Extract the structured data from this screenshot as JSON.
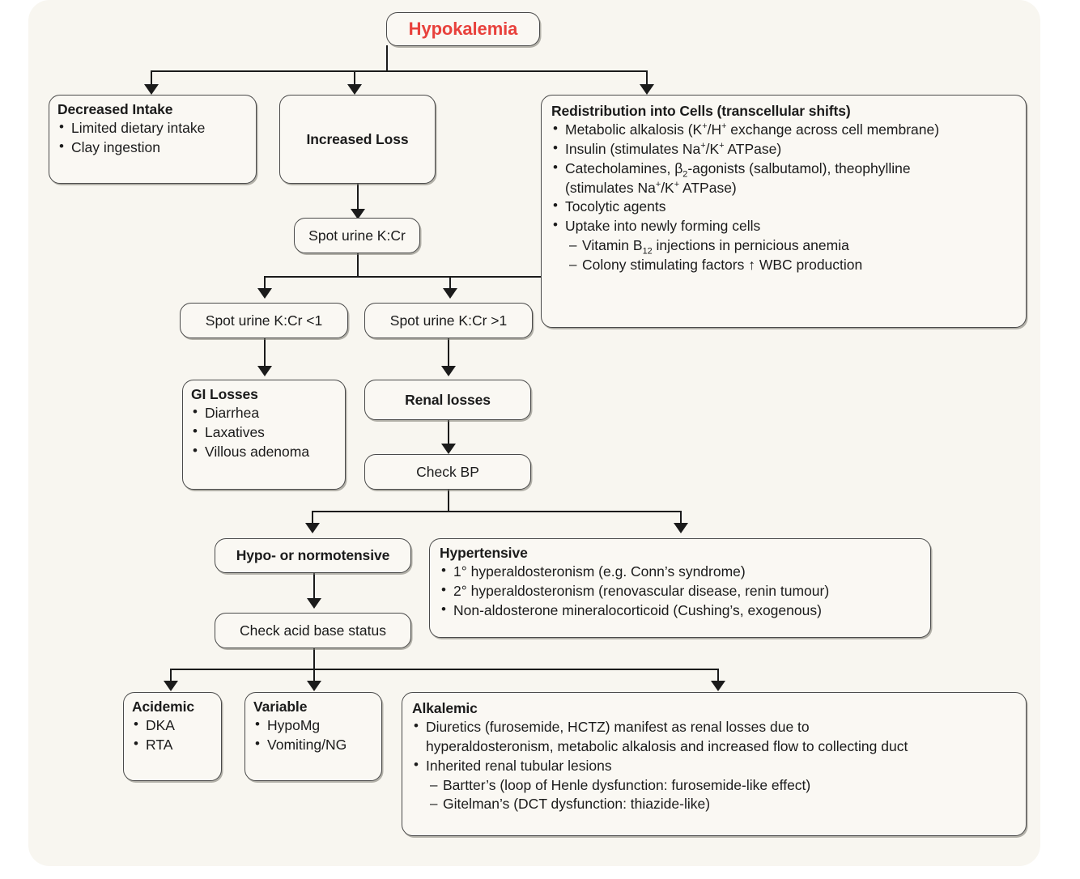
{
  "diagram": {
    "title": "Hypokalemia",
    "accent_color": "#e8413c",
    "panel_color": "#f8f6f0",
    "box_color": "#faf8f3",
    "line_color": "#1b1b1b"
  },
  "nodes": {
    "root": {
      "label": "Hypokalemia"
    },
    "decreased_intake": {
      "title": "Decreased Intake",
      "items": [
        "Limited dietary intake",
        "Clay ingestion"
      ]
    },
    "increased_loss": {
      "title": "Increased Loss"
    },
    "redistribution": {
      "title": "Redistribution into Cells (transcellular shifts)",
      "items": [
        "Metabolic alkalosis (K+/H+ exchange across cell membrane)",
        "Insulin (stimulates Na+/K+ ATPase)",
        "Catecholamines, β2-agonists (salbutamol), theophylline",
        "(stimulates Na+/K+ ATPase)",
        "Tocolytic agents",
        "Uptake into newly forming cells",
        "Vitamin B12 injections in pernicious anemia",
        "Colony stimulating factors ↑ WBC production"
      ]
    },
    "spot_urine": {
      "label": "Spot urine K:Cr"
    },
    "spot_urine_low": {
      "label": "Spot urine K:Cr <1"
    },
    "spot_urine_high": {
      "label": "Spot urine K:Cr >1"
    },
    "gi_losses": {
      "title": "GI Losses",
      "items": [
        "Diarrhea",
        "Laxatives",
        "Villous adenoma"
      ]
    },
    "renal_losses": {
      "label": "Renal losses"
    },
    "check_bp": {
      "label": "Check BP"
    },
    "hypo_normotensive": {
      "label": "Hypo- or normotensive"
    },
    "hypertensive": {
      "title": "Hypertensive",
      "items": [
        "1° hyperaldosteronism (e.g. Conn’s syndrome)",
        "2° hyperaldosteronism (renovascular disease, renin tumour)",
        "Non-aldosterone mineralocorticoid (Cushing’s, exogenous)"
      ]
    },
    "check_acid_base": {
      "label": "Check acid base status"
    },
    "acidemic": {
      "title": "Acidemic",
      "items": [
        "DKA",
        "RTA"
      ]
    },
    "variable": {
      "title": "Variable",
      "items": [
        "HypoMg",
        "Vomiting/NG"
      ]
    },
    "alkalemic": {
      "title": "Alkalemic",
      "items": [
        "Diuretics (furosemide, HCTZ) manifest as renal losses due to",
        "hyperaldosteronism, metabolic alkalosis and increased flow to collecting duct",
        "Inherited renal tubular lesions",
        "Bartter’s (loop of Henle dysfunction: furosemide-like effect)",
        "Gitelman’s (DCT dysfunction: thiazide-like)"
      ]
    }
  }
}
